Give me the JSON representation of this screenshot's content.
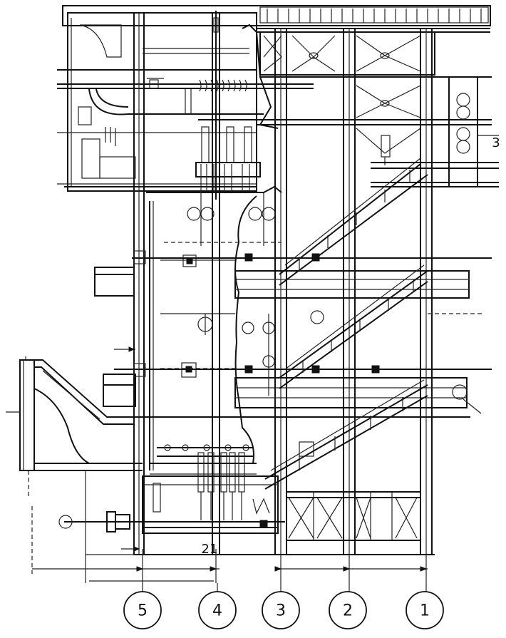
{
  "axes": [
    {
      "id": "axis-5",
      "label": "5"
    },
    {
      "id": "axis-4",
      "label": "4"
    },
    {
      "id": "axis-3",
      "label": "3"
    },
    {
      "id": "axis-2",
      "label": "2"
    },
    {
      "id": "axis-1",
      "label": "1"
    }
  ],
  "annotations": {
    "dimension_mark": "21",
    "right_edge_mark": "3"
  }
}
